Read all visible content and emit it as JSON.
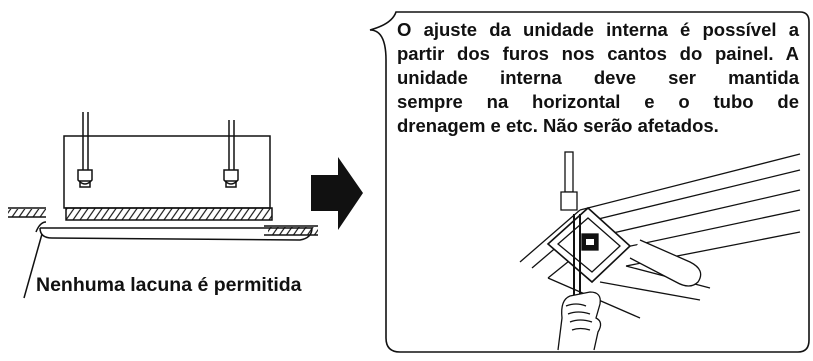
{
  "left_panel": {
    "caption": "Nenhuma lacuna é permitida"
  },
  "callout": {
    "lines": [
      "O ajuste da unidade interna é possível a",
      "partir dos furos nos cantos do painel. A",
      "unidade  interna  deve  ser  mantida",
      "sempre na horizontal e o tubo de",
      "drenagem e etc.  Não serão afetados."
    ]
  },
  "icons": [
    "ceiling-unit-icon",
    "right-arrow-icon",
    "hand-tool-icon",
    "panel-corner-icon"
  ]
}
